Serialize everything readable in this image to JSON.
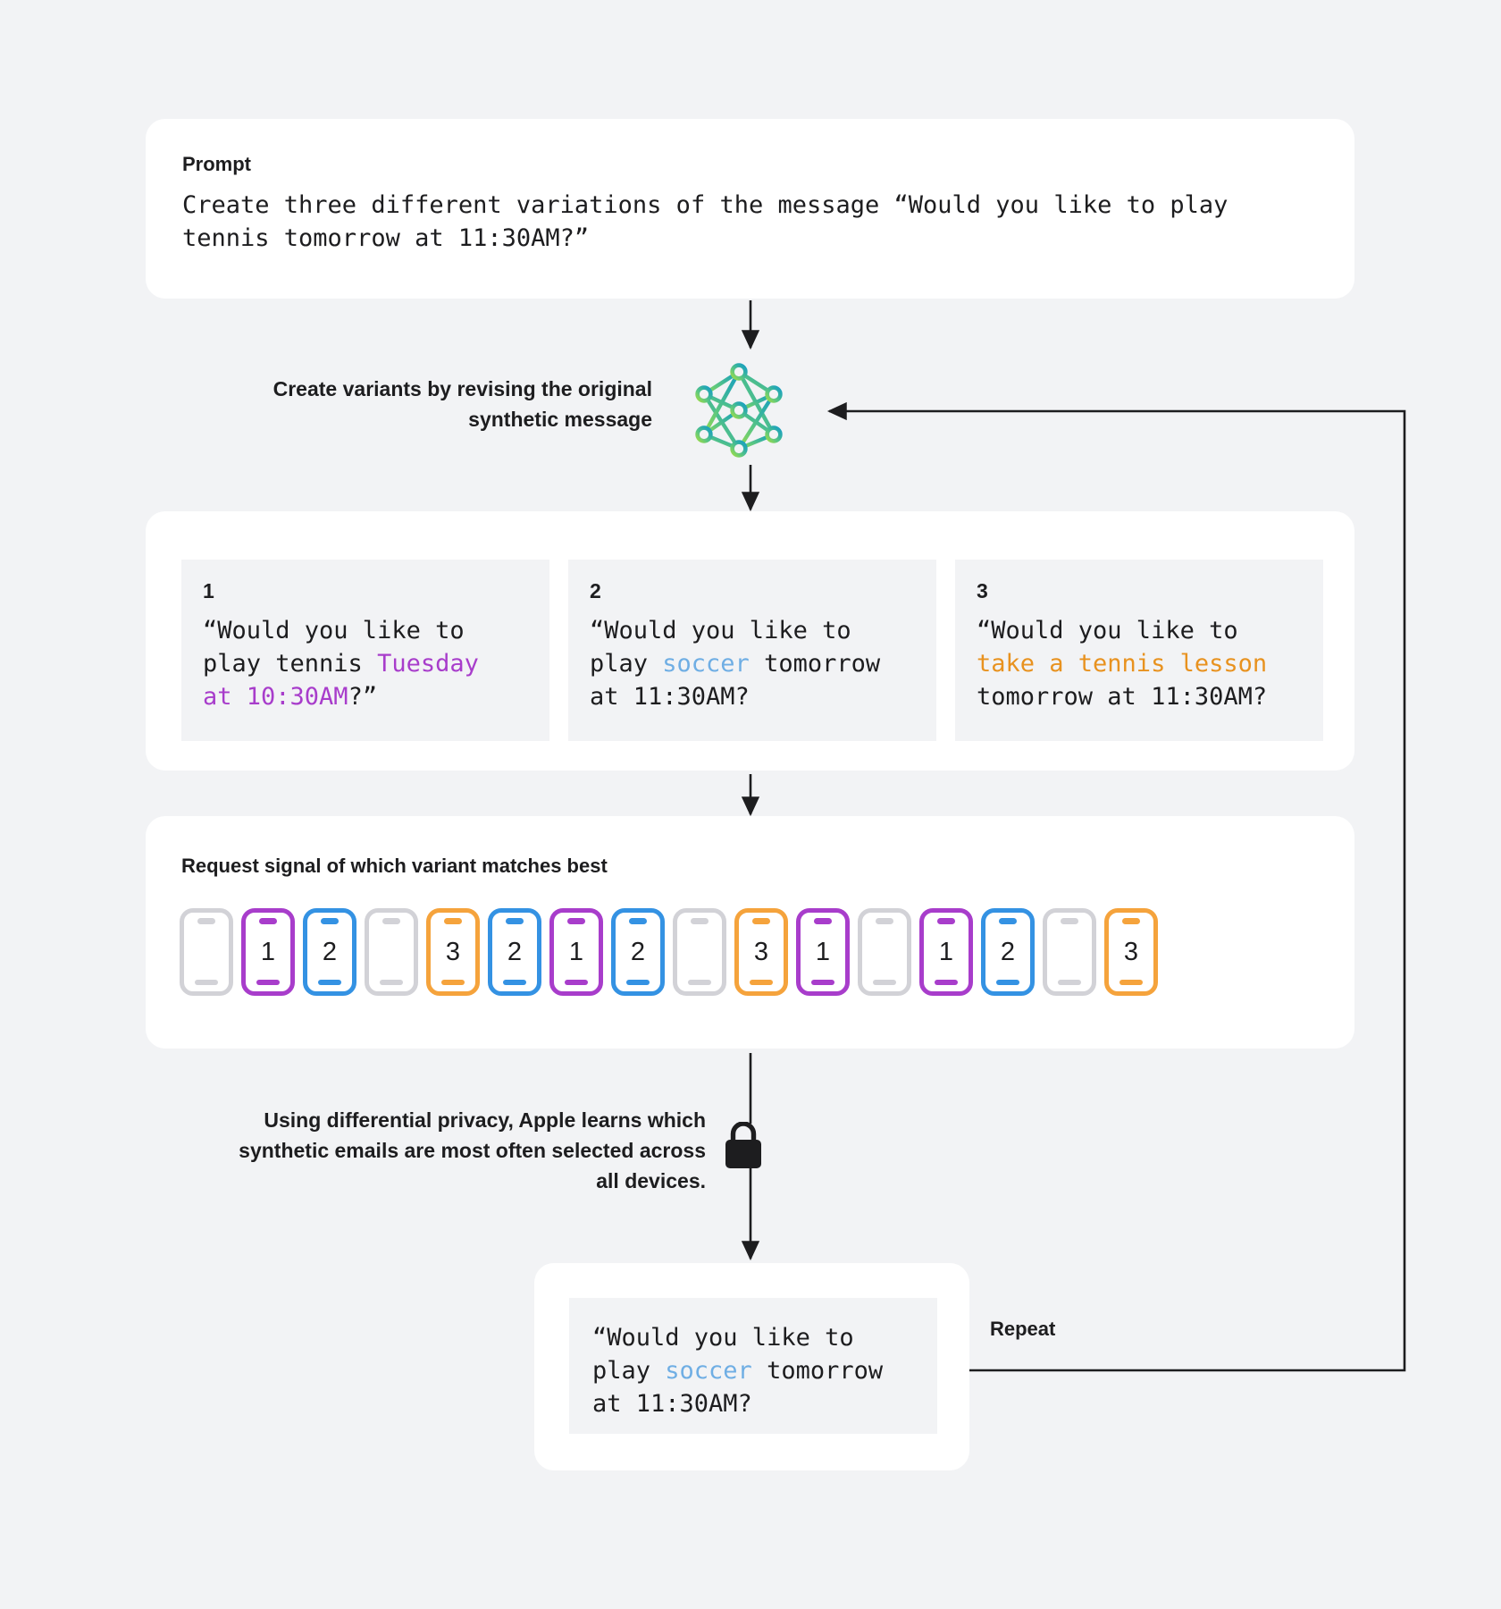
{
  "page": {
    "background_color": "#F2F3F5",
    "card_color": "#FFFFFF",
    "inner_box_color": "#F2F3F5"
  },
  "prompt": {
    "label": "Prompt",
    "text": "Create three different variations of the message “Would you like to play tennis tomorrow at 11:30AM?”"
  },
  "generate_step": {
    "annotation": "Create variants by revising the original synthetic message",
    "icon": "neural-network-icon",
    "gradient_from": "#8CD94B",
    "gradient_to": "#1E9BBF"
  },
  "variants": {
    "items": [
      {
        "number": "1",
        "prefix": "“Would you like to\nplay tennis ",
        "highlight": "Tuesday\nat 10:30AM",
        "suffix": "?”",
        "highlight_color": "#A83DCB"
      },
      {
        "number": "2",
        "prefix": "“Would you like to\nplay ",
        "highlight": "soccer",
        "suffix": " tomorrow\nat 11:30AM?",
        "highlight_color": "#6FAEE4"
      },
      {
        "number": "3",
        "prefix": "“Would you like to\n",
        "highlight": "take a tennis lesson",
        "suffix": "\ntomorrow at 11:30AM?",
        "highlight_color": "#E8921F"
      }
    ]
  },
  "signal": {
    "title": "Request signal of which variant matches best",
    "colors": {
      "empty": "#D2D2D7",
      "variant1": "#A83DCB",
      "variant2": "#3492E3",
      "variant3": "#F5A33C"
    },
    "phones": [
      {
        "value": "",
        "color": "empty"
      },
      {
        "value": "1",
        "color": "variant1"
      },
      {
        "value": "2",
        "color": "variant2"
      },
      {
        "value": "",
        "color": "empty"
      },
      {
        "value": "3",
        "color": "variant3"
      },
      {
        "value": "2",
        "color": "variant2"
      },
      {
        "value": "1",
        "color": "variant1"
      },
      {
        "value": "2",
        "color": "variant2"
      },
      {
        "value": "",
        "color": "empty"
      },
      {
        "value": "3",
        "color": "variant3"
      },
      {
        "value": "1",
        "color": "variant1"
      },
      {
        "value": "",
        "color": "empty"
      },
      {
        "value": "1",
        "color": "variant1"
      },
      {
        "value": "2",
        "color": "variant2"
      },
      {
        "value": "",
        "color": "empty"
      },
      {
        "value": "3",
        "color": "variant3"
      }
    ]
  },
  "privacy_step": {
    "annotation": "Using differential privacy, Apple learns which synthetic emails are most often selected across all devices.",
    "icon": "lock-icon"
  },
  "result": {
    "prefix": "“Would you like to\nplay ",
    "highlight": "soccer",
    "suffix": " tomorrow\nat 11:30AM?",
    "highlight_color": "#6FAEE4"
  },
  "loop": {
    "label": "Repeat"
  }
}
